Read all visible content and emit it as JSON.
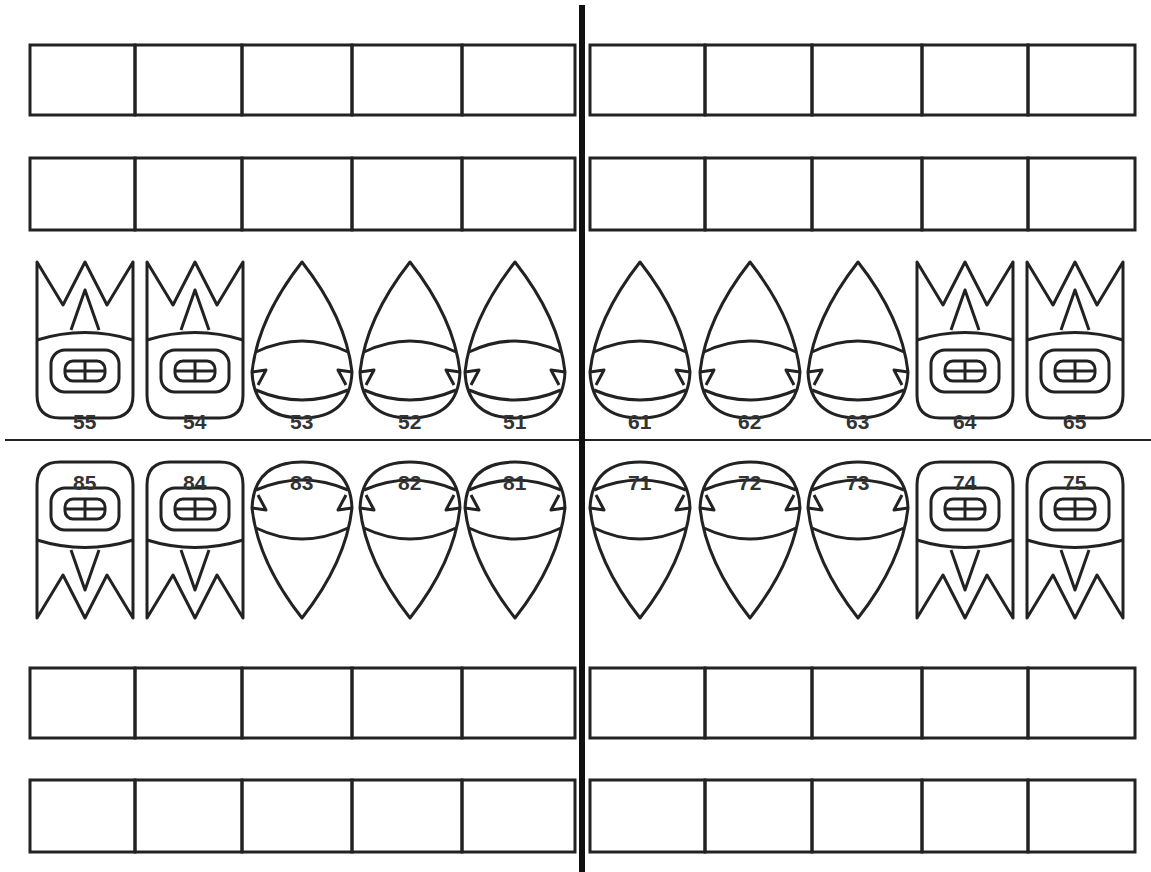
{
  "diagram": {
    "labels": [
      "55",
      "54",
      "53",
      "52",
      "51",
      "61",
      "62",
      "63",
      "64",
      "65",
      "85",
      "84",
      "83",
      "82",
      "81",
      "71",
      "72",
      "73",
      "74",
      "75"
    ]
  }
}
